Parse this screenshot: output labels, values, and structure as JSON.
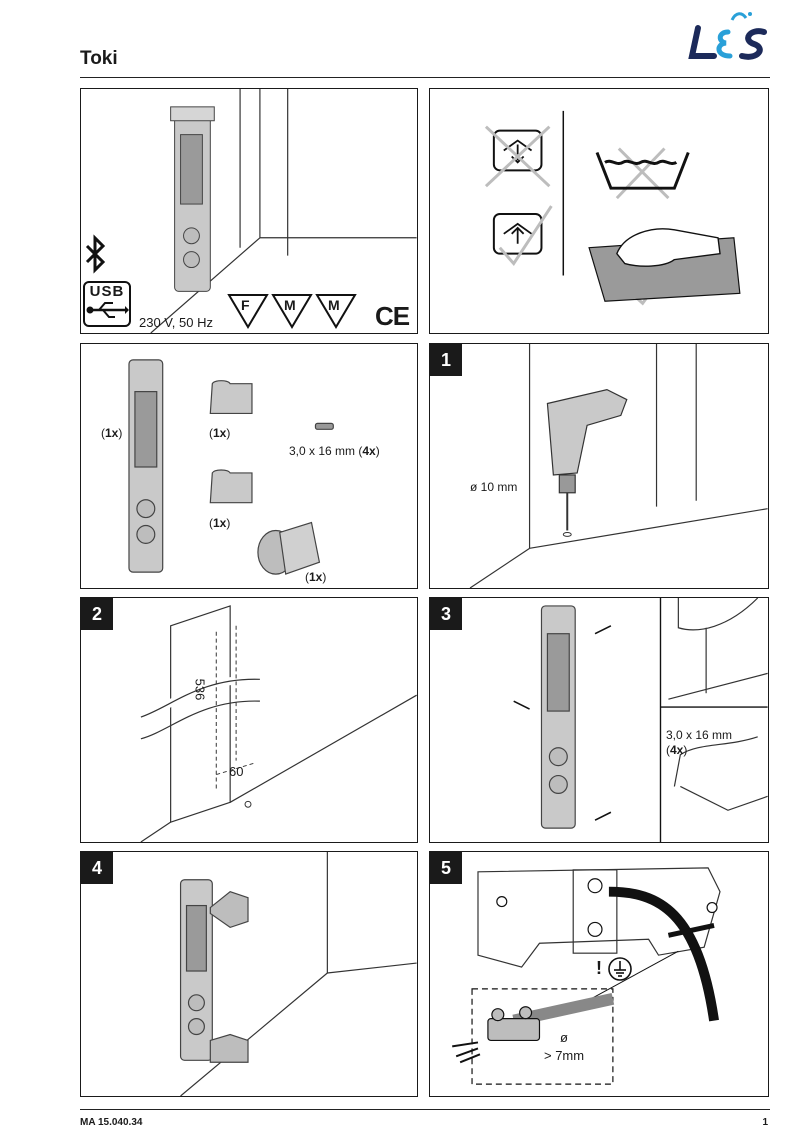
{
  "header": {
    "title": "Toki",
    "logo_text": "LES"
  },
  "panel_overview": {
    "power": "230 V, 50 Hz",
    "usb": "USB",
    "cert_marks": [
      "F",
      "M",
      "M"
    ],
    "ce": "CE"
  },
  "panel_contents": {
    "qty_1": "1x",
    "qty_2": "1x",
    "qty_3": "1x",
    "qty_4": "1x",
    "screw_size": "3,0 x 16 mm",
    "screw_qty": "4x"
  },
  "step_1": {
    "number": "1",
    "drill": "ø 10 mm"
  },
  "step_2": {
    "number": "2",
    "dim_vertical": "536",
    "dim_horizontal": "60"
  },
  "step_3": {
    "number": "3",
    "screw_size": "3,0 x 16 mm",
    "screw_qty": "4x"
  },
  "step_4": {
    "number": "4"
  },
  "step_5": {
    "number": "5",
    "cable_dia": "> 7mm",
    "dia_symbol": "ø",
    "warning": "!"
  },
  "footer": {
    "doc_id": "MA 15.040.34",
    "page": "1"
  }
}
